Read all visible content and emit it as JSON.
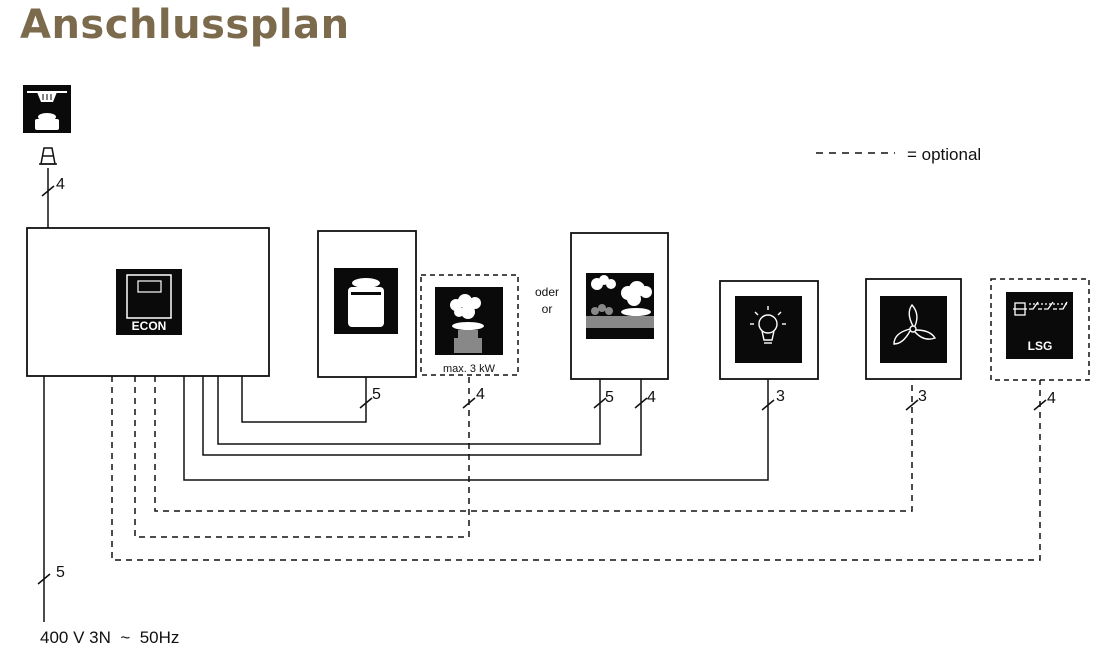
{
  "page": {
    "title": "Anschlussplan",
    "title_color": "#7c6a4d"
  },
  "legend": {
    "line_style": "dashed",
    "text": "= optional"
  },
  "power_supply": {
    "label": "400 V 3N  ~  50Hz",
    "cable_count": "5"
  },
  "control_unit": {
    "icon_name": "econ-controller-icon",
    "label": "ECON"
  },
  "hood": {
    "icon_name": "extractor-hood-icon",
    "cable_count": "4"
  },
  "devices": [
    {
      "id": "heater",
      "icon_name": "sauna-heater-icon",
      "cable_count": "5",
      "optional": false
    },
    {
      "id": "steam",
      "icon_name": "steam-generator-icon",
      "label": "max. 3 kW",
      "cable_count": "4",
      "optional": true
    },
    {
      "id": "combi",
      "icon_name": "combi-heater-icon",
      "cable_counts": [
        "5",
        "4"
      ],
      "optional": false
    },
    {
      "id": "light",
      "icon_name": "light-bulb-icon",
      "cable_count": "3",
      "optional": false
    },
    {
      "id": "fan",
      "icon_name": "fan-icon",
      "cable_count": "3",
      "optional": true
    },
    {
      "id": "lsg",
      "icon_name": "lsg-relay-icon",
      "label": "LSG",
      "cable_count": "4",
      "optional": true
    }
  ],
  "alternative": {
    "text_de": "oder",
    "text_en": "or"
  },
  "colors": {
    "line": "#111111",
    "icon_bg": "#0a0a0a"
  }
}
